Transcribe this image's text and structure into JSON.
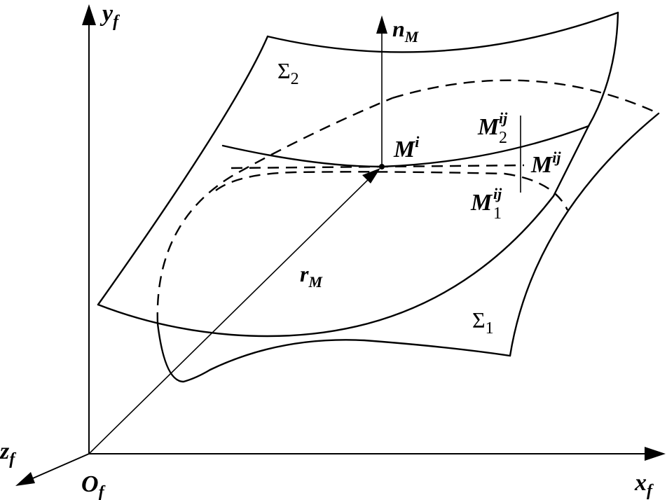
{
  "axes": {
    "y_label": {
      "main": "y",
      "sub": "f"
    },
    "x_label": {
      "main": "x",
      "sub": "f"
    },
    "z_label": {
      "main": "z",
      "sub": "f"
    },
    "origin_label": {
      "main": "O",
      "sub": "f"
    }
  },
  "surfaces": {
    "sigma2": {
      "main": "Σ",
      "sub": "2"
    },
    "sigma1": {
      "main": "Σ",
      "sub": "1"
    }
  },
  "vectors": {
    "normal": {
      "main": "n",
      "sub": "M"
    },
    "position": {
      "main": "r",
      "sub": "M"
    }
  },
  "points": {
    "mi": {
      "main": "M",
      "sup": "i"
    },
    "mij": {
      "main": "M",
      "sup": "ij"
    },
    "m2ij": {
      "main": "M",
      "sup": "ij",
      "sub": "2"
    },
    "m1ij": {
      "main": "M",
      "sup": "ij",
      "sub": "1"
    }
  },
  "colors": {
    "stroke": "#000000",
    "background": "#ffffff"
  }
}
